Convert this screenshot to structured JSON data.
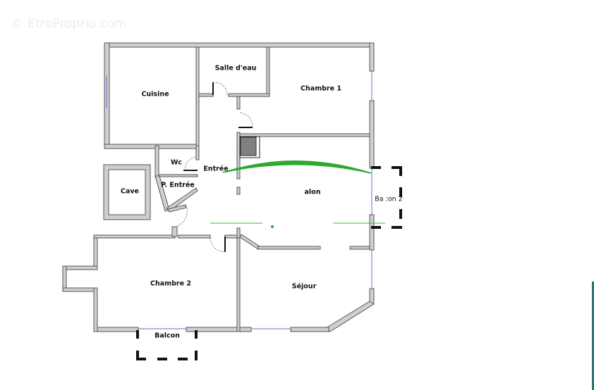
{
  "watermark": "© EtreProprio.com",
  "colors": {
    "wall_fill": "#cfcfcf",
    "wall_stroke": "#555555",
    "window": "#6b6bd6",
    "chimney": "#808080",
    "view_marker": "#2ea82e",
    "balcony_dash": "#111111"
  },
  "rooms": {
    "cuisine": "Cuisine",
    "salle_deau": "Salle d'eau",
    "chambre1": "Chambre 1",
    "wc": "Wc",
    "entree": "Entrée",
    "p_entree": "P. Entrée",
    "cave": "Cave",
    "salon": "alon",
    "balcon2": "Ba  :on 2",
    "chambre2": "Chambre 2",
    "sejour": "Séjour",
    "balcon": "Balcon"
  }
}
